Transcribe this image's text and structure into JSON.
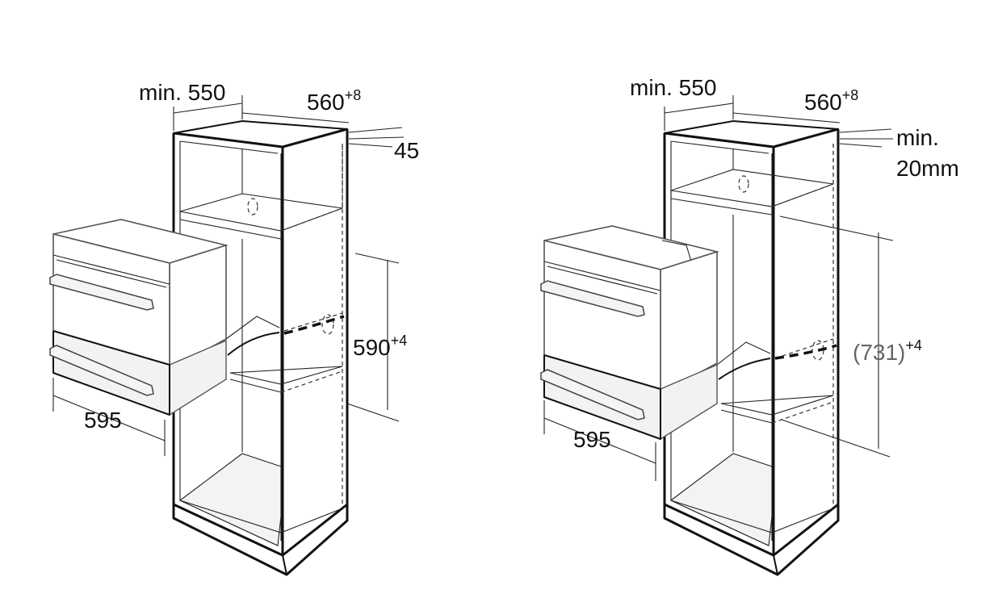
{
  "left_diagram": {
    "depth_label": "min. 550",
    "width_label": "560",
    "width_tolerance": "+8",
    "gap_label": "45",
    "niche_height_label": "590",
    "niche_height_tolerance": "+4",
    "front_width_label": "595"
  },
  "right_diagram": {
    "depth_label": "min. 550",
    "width_label": "560",
    "width_tolerance": "+8",
    "gap_label_line1": "min.",
    "gap_label_line2": "20mm",
    "niche_height_label": "(731)",
    "niche_height_tolerance": "+4",
    "front_width_label": "595"
  }
}
